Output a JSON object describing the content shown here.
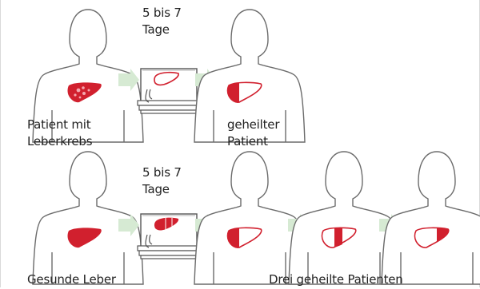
{
  "colors": {
    "liver_red": "#d1202e",
    "liver_light": "#f3c6c9",
    "outline": "#6b6b6b",
    "arrow_green": "#d6ead3",
    "machine_gray": "#555555"
  },
  "row1": {
    "duration_line1": "5 bis 7",
    "duration_line2": "Tage",
    "left_label_line1": "Patient mit",
    "left_label_line2": "Leberkrebs",
    "right_label_line1": "geheilter",
    "right_label_line2": "Patient"
  },
  "row2": {
    "duration_line1": "5 bis 7",
    "duration_line2": "Tage",
    "left_label": "Gesunde Leber",
    "right_label": "Drei geheilte Patienten"
  },
  "icons": [
    "person-icon",
    "liver-icon",
    "tumor-icon",
    "perfusion-machine-icon",
    "arrow-icon"
  ]
}
